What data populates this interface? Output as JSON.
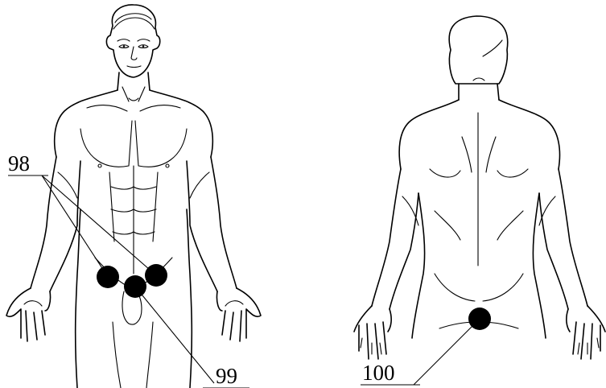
{
  "labels": {
    "ref_98": "98",
    "ref_99": "99",
    "ref_100": "100"
  },
  "colors": {
    "line": "#000000",
    "electrode": "#000000",
    "background": "#ffffff"
  },
  "icons": {
    "front_figure": "human-body-front",
    "back_figure": "human-body-back",
    "electrode": "filled-circle"
  }
}
